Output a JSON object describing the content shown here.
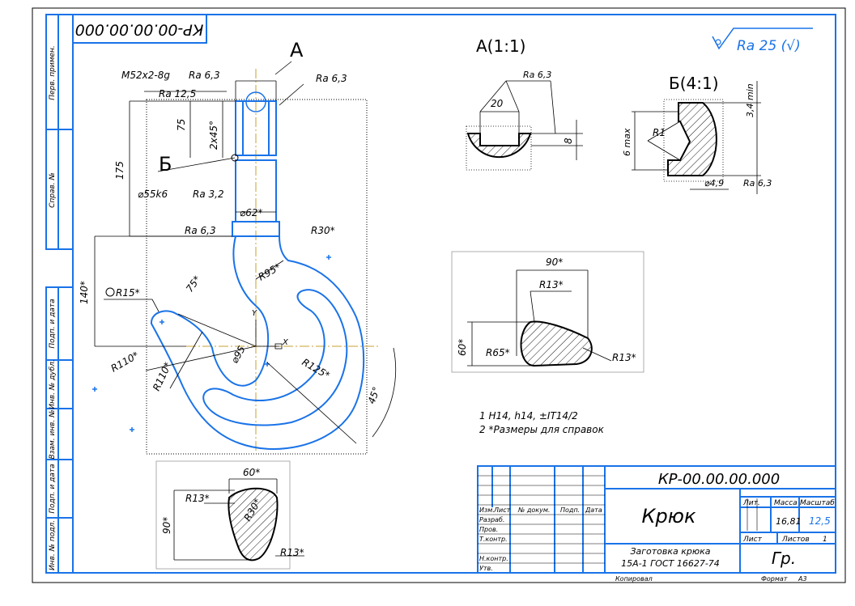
{
  "colors": {
    "outline": "#1a73e8",
    "axis": "#c8a030",
    "ink": "#000000",
    "letter": "#1f3fd0"
  },
  "frame": {
    "doc_code_rotated": "КР-00.00.00.000",
    "left_strip": [
      "Перв. примен.",
      "Справ. №",
      "Подп. и дата",
      "Инв. № дубл.",
      "Взам. инв. №",
      "Подп. и дата",
      "Инв. № подл."
    ]
  },
  "main_view": {
    "view_a_letter": "А",
    "view_b_letter": "Б",
    "thread": "M52x2-8g",
    "ra_thread": "Ra 6,3",
    "ra_top": "Ra 6,3",
    "ra_chamfer": "Ra 12,5",
    "dim_75": "75",
    "chamfer": "2x45°",
    "dim_175": "175",
    "shaft_dia": "⌀55k6",
    "ra_shaft": "Ra 3,2",
    "dia_62": "⌀62*",
    "ra_shoulder": "Ra 6,3",
    "r30": "R30*",
    "r95": "R95*",
    "d75": "75*",
    "r15": "R15*",
    "dim_140": "140*",
    "r110a": "R110*",
    "r110b": "R110*",
    "dia95": "⌀95",
    "r125": "R125*",
    "angle": "45°",
    "axis_x": "X",
    "axis_y": "Y"
  },
  "section_bottom": {
    "width": "60*",
    "r13a": "R13*",
    "r30": "R30*",
    "height": "90*",
    "r13b": "R13*"
  },
  "view_a": {
    "title": "А(1:1)",
    "ra": "Ra 6,3",
    "width": "20",
    "depth": "8"
  },
  "view_b": {
    "title": "Б(4:1)",
    "r1": "R1",
    "six": "6 max",
    "thirty_four": "3,4 min",
    "dia": "⌀4,9",
    "ra": "Ra 6,3"
  },
  "section_mid": {
    "width": "90*",
    "r13a": "R13*",
    "r65": "R65*",
    "height": "60*",
    "r13b": "R13*"
  },
  "roughness_general": "Ra 25 (√)",
  "notes": [
    "1  H14, h14, ±IT14/2",
    "2  *Размеры для справок"
  ],
  "title_block": {
    "code": "КР-00.00.00.000",
    "name": "Крюк",
    "material_line1": "Заготовка крюка",
    "material_line2": "15А-1 ГОСТ 16627-74",
    "org": "Гр.",
    "lit_hdr": "Лит.",
    "mass_hdr": "Масса",
    "scale_hdr": "Масштаб",
    "mass": "16,81",
    "scale": "12,5",
    "sheet_hdr": "Лист",
    "sheets_hdr": "Листов",
    "sheets": "1",
    "col_izm": "Изм.",
    "col_list": "Лист",
    "col_doc": "№ докум.",
    "col_sign": "Подп.",
    "col_date": "Дата",
    "row_razrab": "Разраб.",
    "row_prov": "Пров.",
    "row_tkontr": "Т.контр.",
    "row_nkontr": "Н.контр.",
    "row_utv": "Утв.",
    "copied": "Копировал",
    "format_lbl": "Формат",
    "format_val": "А3"
  }
}
